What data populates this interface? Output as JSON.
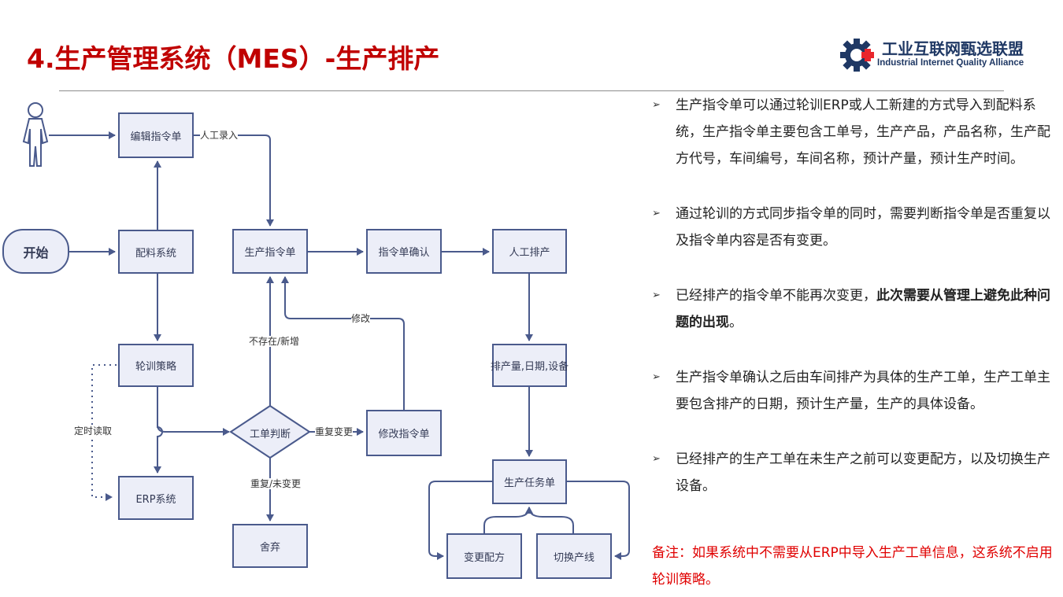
{
  "header": {
    "title": "4.生产管理系统（MES）-生产排产",
    "logo_cn": "工业互联网甄选联盟",
    "logo_en": "Industrial Internet Quality Alliance"
  },
  "diagram": {
    "start": "开始",
    "edit_order": "编辑指令单",
    "batching_system": "配料系统",
    "polling_strategy": "轮训策略",
    "erp_system": "ERP系统",
    "production_order": "生产指令单",
    "order_confirm": "指令单确认",
    "manual_scheduling": "人工排产",
    "schedule_details": "排产量,日期,设备",
    "work_order_judge": "工单判断",
    "modify_order": "修改指令单",
    "discard": "舍弃",
    "production_task": "生产任务单",
    "change_recipe": "变更配方",
    "switch_line": "切换产线",
    "label_manual_entry": "人工录入",
    "label_not_exist_new": "不存在/新增",
    "label_modify": "修改",
    "label_repeat_changed": "重复变更",
    "label_repeat_unchanged": "重复/未变更",
    "label_timed_read": "定时读取"
  },
  "bullets": [
    {
      "text": "生产指令单可以通过轮训ERP或人工新建的方式导入到配料系统，生产指令单主要包含工单号，生产产品，产品名称，生产配方代号，车间编号，车间名称，预计产量，预计生产时间。"
    },
    {
      "text": "通过轮训的方式同步指令单的同时，需要判断指令单是否重复以及指令单内容是否有变更。"
    },
    {
      "text": "已经排产的指令单不能再次变更，",
      "bold": "此次需要从管理上避免此种问题的出现",
      "tail": "。"
    },
    {
      "text": "生产指令单确认之后由车间排产为具体的生产工单，生产工单主要包含排产的日期，预计生产量，生产的具体设备。"
    },
    {
      "text": "已经排产的生产工单在未生产之前可以变更配方，以及切换生产设备。"
    }
  ],
  "note": "备注：如果系统中不需要从ERP中导入生产工单信息，这系统不启用轮训策略。",
  "colors": {
    "title": "#c00000",
    "note": "#e00000",
    "node_fill": "#eceef8",
    "node_border": "#4a5a8c",
    "logo": "#1f3864",
    "logo_accent": "#e8262d"
  }
}
